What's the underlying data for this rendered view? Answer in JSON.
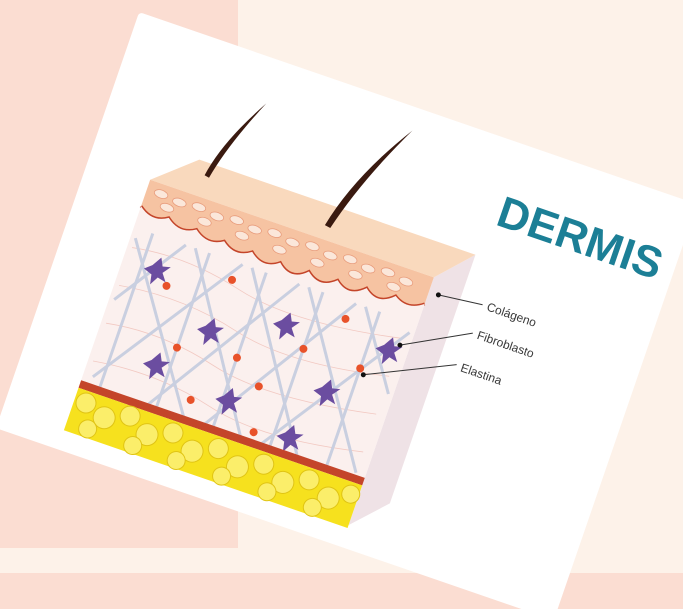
{
  "diagram": {
    "title": "DERMIS",
    "labels": {
      "collagen": "Colágeno",
      "fibroblast": "Fibroblasto",
      "elastin": "Elastina"
    },
    "colors": {
      "title": "#1c7f96",
      "background": "#fdf2e9",
      "background_accent": "#fbddd2",
      "epidermis": "#f6c3a2",
      "dermis": "#fbf0ee",
      "fibers": "#c9cfe0",
      "fibroblast": "#6b4da0",
      "elastin": "#e8522a",
      "fat": "#f6e11e",
      "hair": "#3a1a10"
    }
  }
}
